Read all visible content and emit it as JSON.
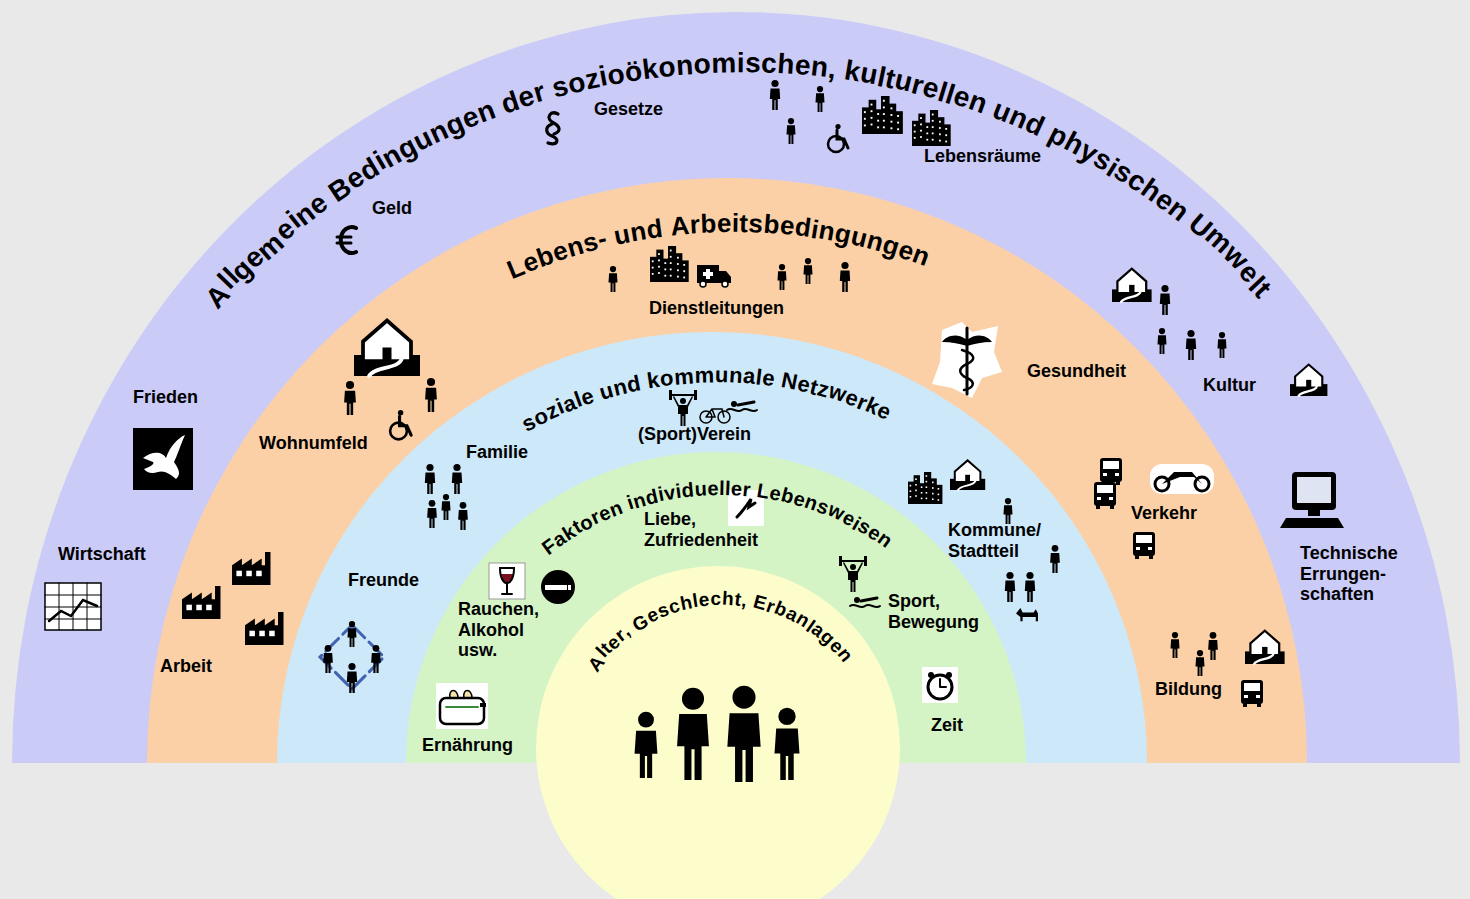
{
  "diagram": {
    "nodes": [
      {
        "text": [
          "Allgemeine Bedingungen der sozioökonomischen, kulturellen und physischen Umwelt",
          "Gesetze",
          "Lebensräume",
          "Geld",
          "Frieden",
          "Wirtschaft",
          "Kultur",
          "Technische Errungen- schaften"
        ]
      },
      {
        "text": [
          "Lebens- und Arbeitsbedingungen",
          "Dienstleitungen",
          "Wohnumfeld",
          "Arbeit",
          "Gesundheit",
          "Verkehr",
          "Bildung"
        ],
        "in": 0
      },
      {
        "text": [
          "soziale und kommunale Netzwerke",
          "(Sport)Verein",
          "Familie",
          "Freunde",
          "Kommune/ Stadtteil"
        ],
        "in": 1
      },
      {
        "text": [
          "Faktoren individueller Lebensweisen",
          "Liebe, Zufriedenheit",
          "Rauchen, Alkohol usw.",
          "Ernährung",
          "Sport, Bewegung",
          "Zeit"
        ],
        "in": 2
      },
      {
        "text": [
          "Alter, Geschlecht, Erbanlagen"
        ],
        "in": 3
      }
    ]
  }
}
